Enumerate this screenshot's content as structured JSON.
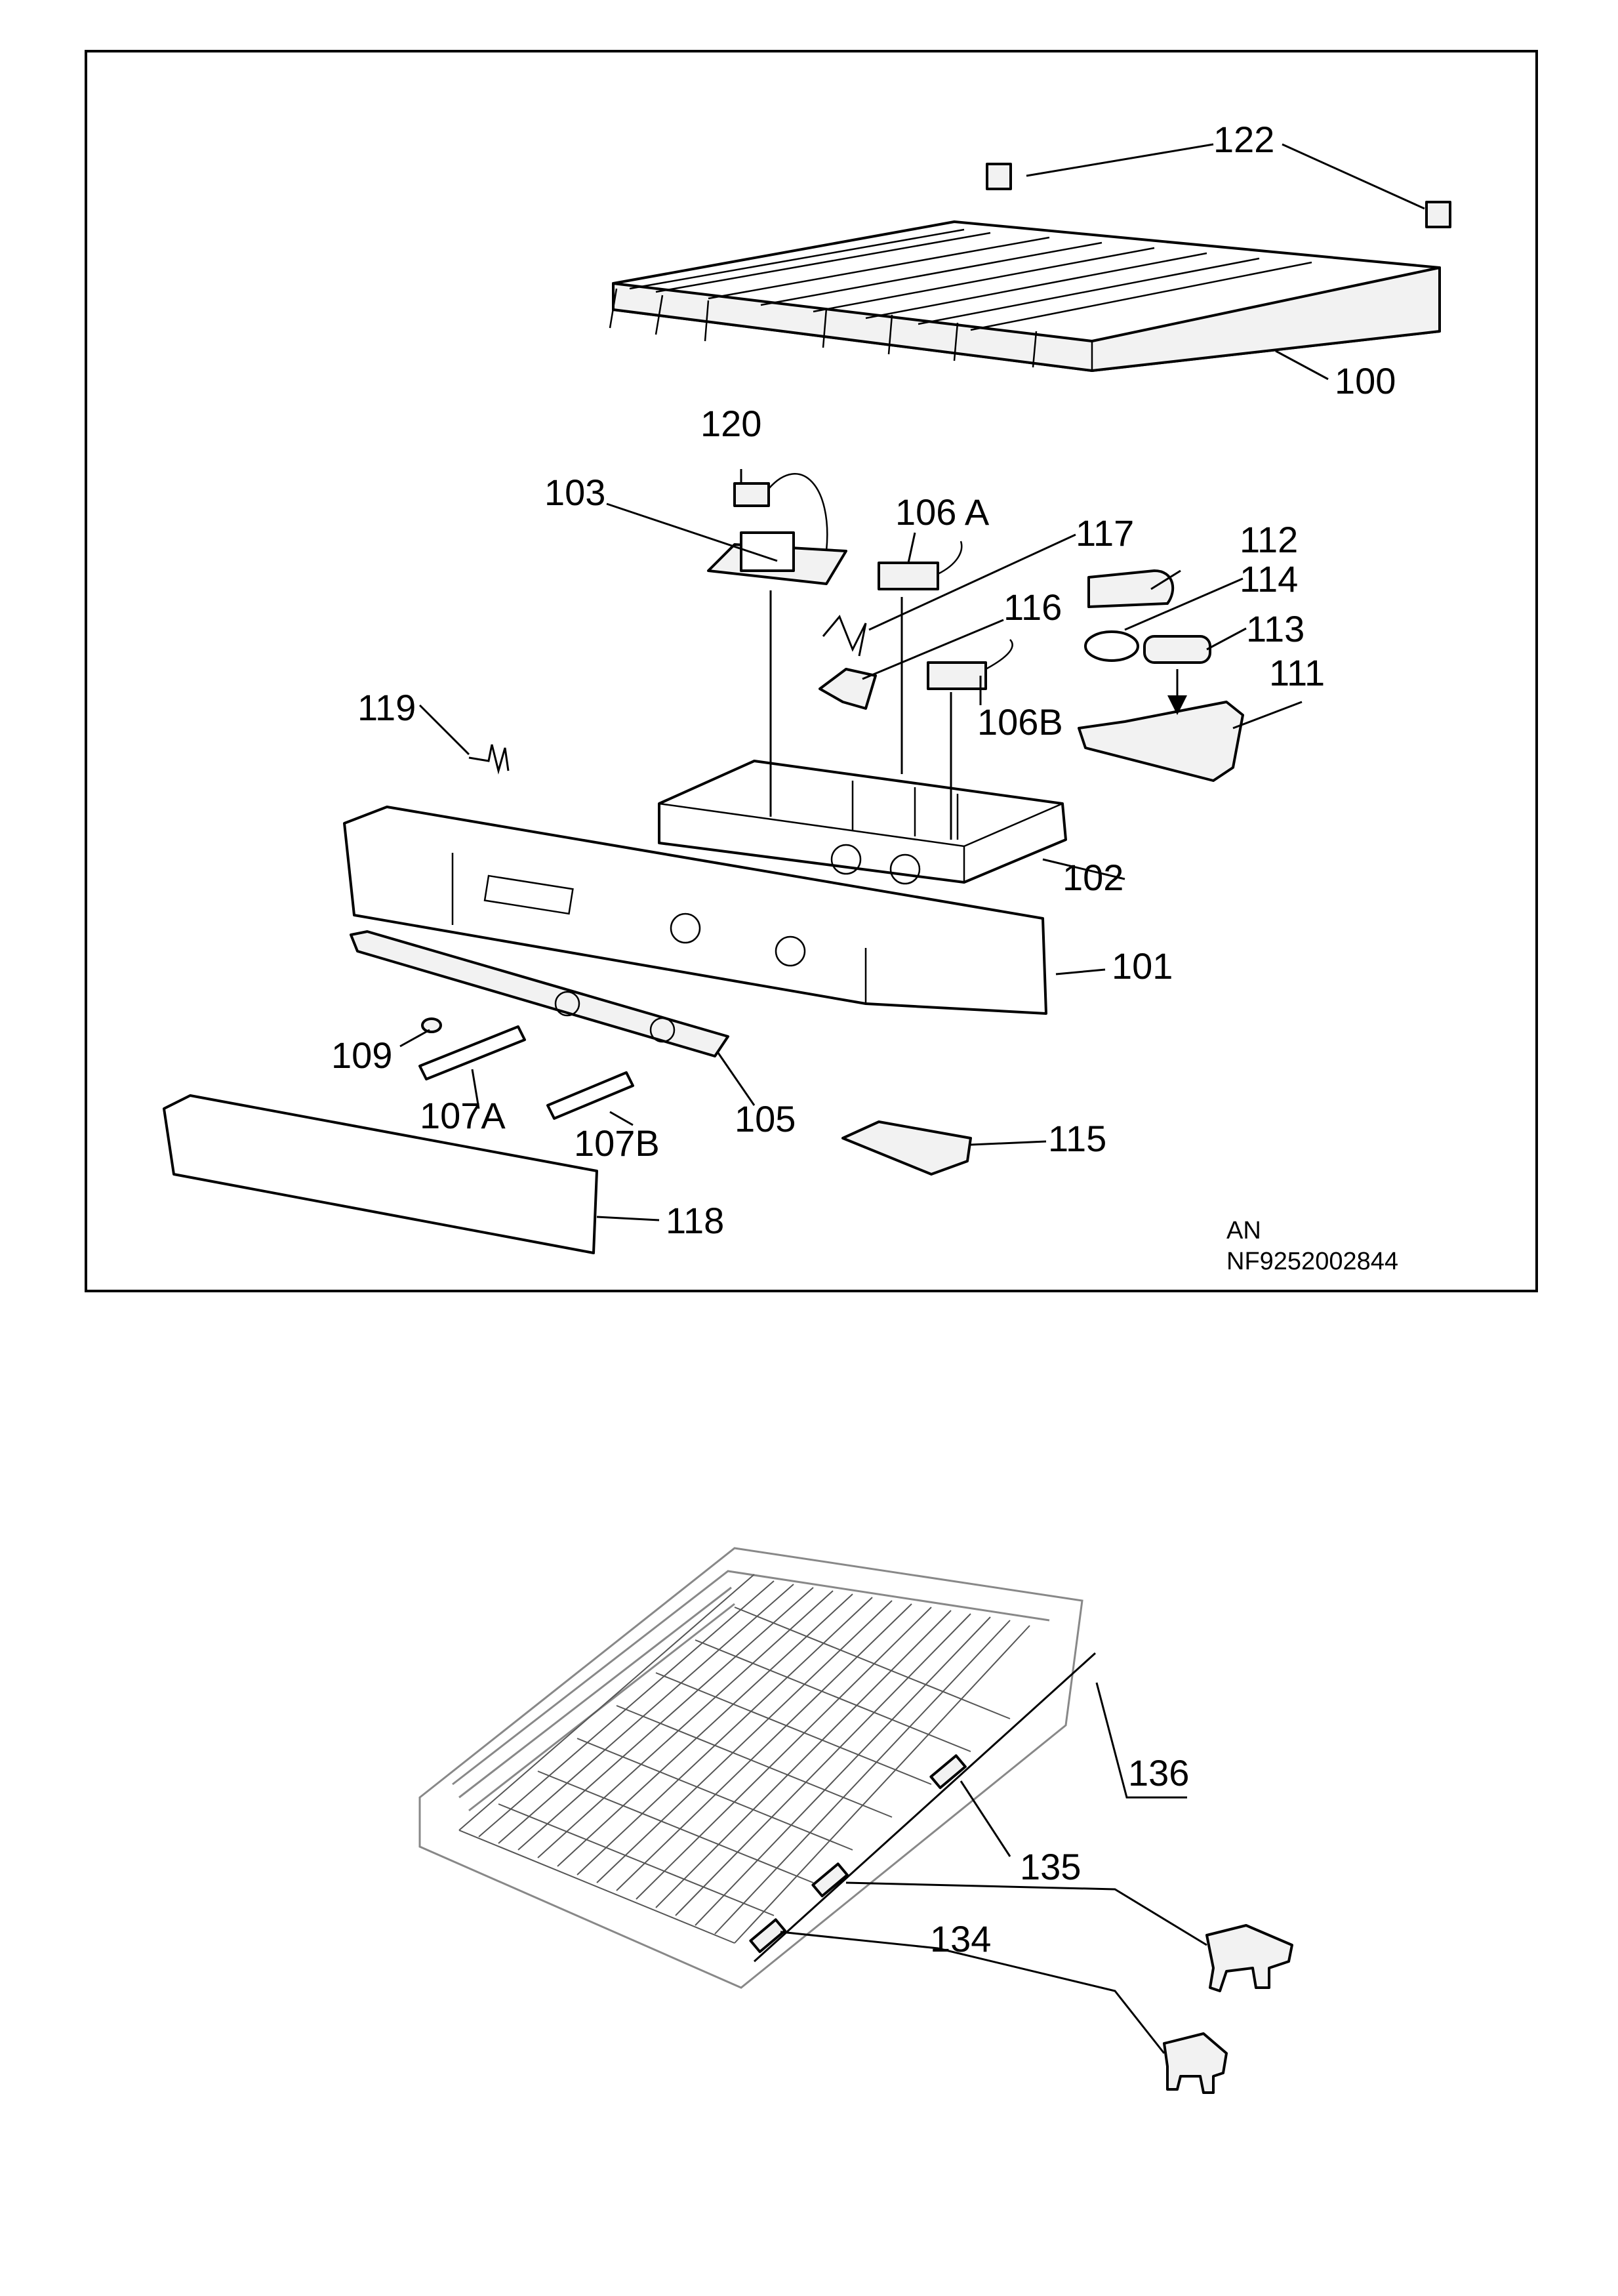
{
  "upper_panel": {
    "labels": {
      "p122": "122",
      "p100": "100",
      "p120": "120",
      "p103": "103",
      "p106a": "106 A",
      "p117": "117",
      "p112": "112",
      "p114": "114",
      "p116": "116",
      "p113": "113",
      "p119": "119",
      "p106b": "106B",
      "p111": "111",
      "p102": "102",
      "p101": "101",
      "p109": "109",
      "p107a": "107A",
      "p105": "105",
      "p107b": "107B",
      "p115": "115",
      "p118": "118"
    },
    "note_line1": "AN",
    "note_line2": "NF9252002844"
  },
  "lower_panel": {
    "labels": {
      "p136": "136",
      "p135": "135",
      "p134": "134"
    }
  }
}
